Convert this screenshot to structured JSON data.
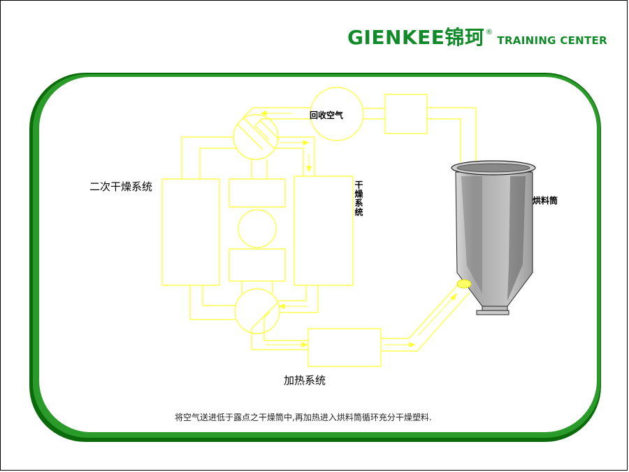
{
  "logo": {
    "brand": "GIENKEE锦珂",
    "registered_mark": "®",
    "subtitle": "TRAINING CENTER"
  },
  "diagram": {
    "secondary_dryer_label": "二次干燥系统",
    "recovery_air_label": "回收空气",
    "drying_system_label": "干燥系统",
    "hopper_label": "烘料筒",
    "heating_system_label": "加热系统"
  },
  "caption": "将空气送进低于露点之干燥筒中,再加热进入烘料筒循环充分干燥塑料.",
  "colors": {
    "frame_green": "#006600",
    "frame_green_light": "#2aa02a",
    "pipe_yellow": "#ffff33",
    "logo_green": "#118a2a",
    "hopper_gray": "#b8b8b8"
  }
}
